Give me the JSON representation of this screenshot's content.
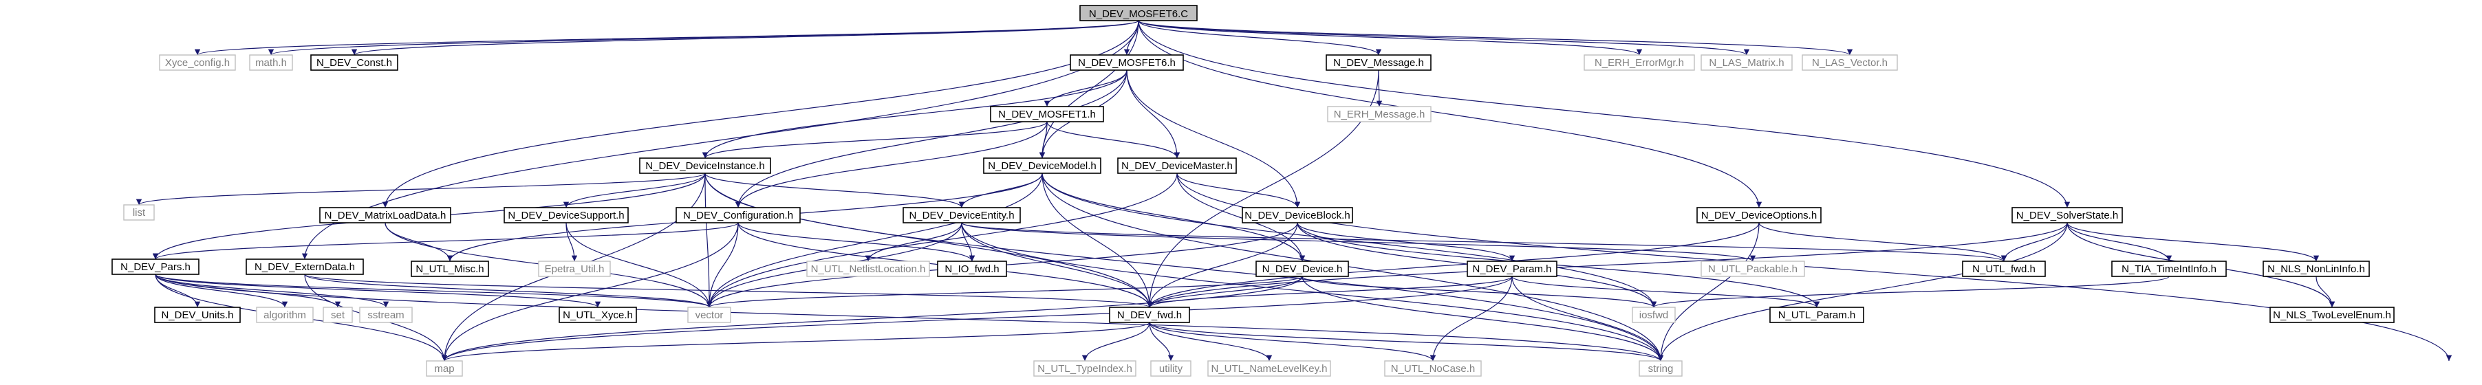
{
  "diagram": {
    "title": "",
    "nodes": {
      "root": "N_DEV_MOSFET6.C",
      "xyce_config": "Xyce_config.h",
      "math": "math.h",
      "dev_const": "N_DEV_Const.h",
      "mosfet6_h": "N_DEV_MOSFET6.h",
      "dev_message": "N_DEV_Message.h",
      "erh_errormgr": "N_ERH_ErrorMgr.h",
      "las_matrix": "N_LAS_Matrix.h",
      "las_vector": "N_LAS_Vector.h",
      "mosfet1_h": "N_DEV_MOSFET1.h",
      "erh_message": "N_ERH_Message.h",
      "dev_instance": "N_DEV_DeviceInstance.h",
      "dev_model": "N_DEV_DeviceModel.h",
      "dev_master": "N_DEV_DeviceMaster.h",
      "list": "list",
      "matrix_load": "N_DEV_MatrixLoadData.h",
      "dev_support": "N_DEV_DeviceSupport.h",
      "dev_config": "N_DEV_Configuration.h",
      "dev_entity": "N_DEV_DeviceEntity.h",
      "dev_block": "N_DEV_DeviceBlock.h",
      "dev_options": "N_DEV_DeviceOptions.h",
      "solver_state": "N_DEV_SolverState.h",
      "pars": "N_DEV_Pars.h",
      "extern_data": "N_DEV_ExternData.h",
      "utl_misc": "N_UTL_Misc.h",
      "epetra": "Epetra_Util.h",
      "utl_netlist": "N_UTL_NetlistLocation.h",
      "io_fwd": "N_IO_fwd.h",
      "dev_device": "N_DEV_Device.h",
      "dev_param": "N_DEV_Param.h",
      "utl_packable": "N_UTL_Packable.h",
      "utl_fwd": "N_UTL_fwd.h",
      "tia_timeint": "N_TIA_TimeIntInfo.h",
      "nls_nonlin": "N_NLS_NonLinInfo.h",
      "dev_units": "N_DEV_Units.h",
      "algorithm": "algorithm",
      "set": "set",
      "sstream": "sstream",
      "utl_xyce": "N_UTL_Xyce.h",
      "vector": "vector",
      "dev_fwd": "N_DEV_fwd.h",
      "iosfwd": "iosfwd",
      "utl_param": "N_UTL_Param.h",
      "nls_twolevel": "N_NLS_TwoLevelEnum.h",
      "map": "map",
      "utl_typeindex": "N_UTL_TypeIndex.h",
      "utility": "utility",
      "utl_namelevel": "N_UTL_NameLevelKey.h",
      "utl_nocase": "N_UTL_NoCase.h",
      "string": "string"
    }
  },
  "colors": {
    "edge": "#191970",
    "root_fill": "#bfbfbf",
    "external_text": "#808080",
    "external_border": "#bfbfbf"
  }
}
